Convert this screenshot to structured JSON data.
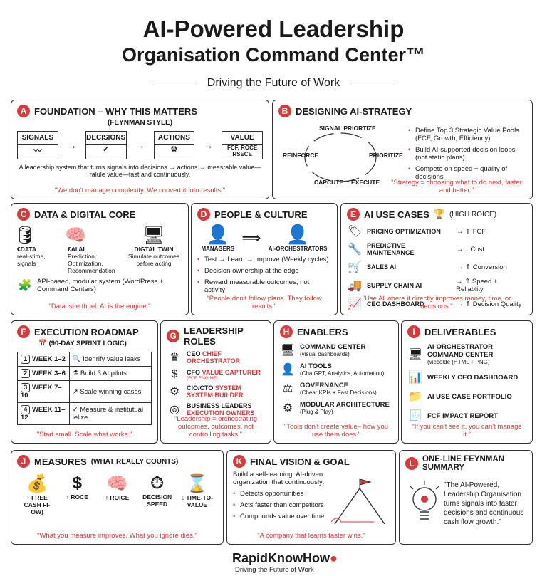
{
  "header": {
    "title_line1": "AI-Powered Leadership",
    "title_line2": "Organisation Command Center™",
    "subtitle": "Driving the Future of Work"
  },
  "A": {
    "badge": "A",
    "title": "FOUNDATION – WHY THIS MATTERS",
    "subtitle": "(FEYNMAN STYLE)",
    "steps": [
      {
        "label": "SIGNALS",
        "icon": "wave-icon",
        "glyph": "〰"
      },
      {
        "label": "DECISIONS",
        "icon": "check-icon",
        "glyph": "✓"
      },
      {
        "label": "ACTIONS",
        "icon": "gears-icon",
        "glyph": "⚙"
      },
      {
        "label": "VALUE",
        "icon": "trend-up-icon",
        "glyph": "FCF, ROCE RSECE"
      }
    ],
    "text": "A leadership system that turns signals into decisions → actions → measrable value—ralule value—fast and continuously.",
    "quote": "\"We don't manage complexity. We convert it into results.\""
  },
  "B": {
    "badge": "B",
    "title": "DESIGNING AI-STRATEGY",
    "cycle": [
      "SIGNAL PRIORTIZE",
      "PRIORITIZE",
      "EXECUTE",
      "CAPCUTE",
      "REINFORCE"
    ],
    "bullets": [
      "Define Top 3 Strategic Value Pools (FCF, Growth, Efficiency)",
      "Build AI-supported decision loops (not static plans)",
      "Compete on speed + quality of decisions"
    ],
    "quote": "\"Strategy = choosing what to do next, faster and better.\""
  },
  "C": {
    "badge": "C",
    "title": "DATA & DIGITAL CORE",
    "items": [
      {
        "title": "€DATA",
        "text": "real-stime, signals"
      },
      {
        "title": "€AI   AI",
        "text": "Prediction, Optimization, Recommendation"
      },
      {
        "title": "DIGTAL TWIN",
        "text": "Simulate outcomes before acting"
      }
    ],
    "api": "API-based, modular system (WordPress + Command Centers)",
    "quote": "\"Data ishe thuel. AI is the engine.\""
  },
  "D": {
    "badge": "D",
    "title": "PEOPLE & CULTURE",
    "from": "MANAGERS",
    "to": "AI-ORCHESTRATORS",
    "bullets": [
      "Test → Learn → Improve (Weekly cycles)",
      "Decision ownership at the edge",
      "Reward measurable outcomes, not activity"
    ],
    "quote": "\"People don't follow plans. They follow results.\""
  },
  "E": {
    "badge": "E",
    "title": "AI USE CASES",
    "tag": "(HIGH ROICE)",
    "cases": [
      {
        "icon": "tag-icon",
        "glyph": "🏷",
        "name": "PRICING OPTIMIZATION",
        "effect": "→ ⇑ FCF"
      },
      {
        "icon": "wrench-icon",
        "glyph": "🔧",
        "name": "PREDICTIVE MAINTENANCE",
        "effect": "→ ↓ Cost"
      },
      {
        "icon": "cart-icon",
        "glyph": "🛒",
        "name": "SALES AI",
        "effect": "→ ⇑ Conversion"
      },
      {
        "icon": "truck-icon",
        "glyph": "🚚",
        "name": "SUPPLY CHAIN AI",
        "effect": "→ ⇑ Speed + Reliablity"
      },
      {
        "icon": "dashboard-icon",
        "glyph": "📈",
        "name": "CEO DASHBOARD",
        "effect": "→ ⇑ Decision Quality"
      }
    ],
    "quote": "\"Use AI where it directly improves money, time, or decisions.\""
  },
  "F": {
    "badge": "F",
    "title": "EXECUTION ROADMAP",
    "subtitle": "(90-DAY SPRINT LOGIC)",
    "rows": [
      {
        "n": "1",
        "week": "WEEK 1–2",
        "icon": "search-icon",
        "glyph": "🔍",
        "task": "Idenrify value leaks"
      },
      {
        "n": "2",
        "week": "WEEK 3–6",
        "icon": "flask-icon",
        "glyph": "⚗",
        "task": "Build 3 AI pilots"
      },
      {
        "n": "3",
        "week": "WEEK 7–10",
        "icon": "arrow-up-right-icon",
        "glyph": "↗",
        "task": "Scale winning cases"
      },
      {
        "n": "4",
        "week": "WEEK 11–12",
        "icon": "check-circle-icon",
        "glyph": "✓",
        "task": "Measure & institutuai ielize"
      }
    ],
    "quote": "\"Start small. Scale what works.\""
  },
  "G": {
    "badge": "G",
    "title": "LEADERSHIP ROLES",
    "roles": [
      {
        "icon": "crown-icon",
        "glyph": "♛",
        "role": "CEO",
        "desc": "CHIEF ORCHESTRATOR",
        "note": ""
      },
      {
        "icon": "dollar-icon",
        "glyph": "$",
        "role": "CFO",
        "desc": "VALUE CAPTURER",
        "note": "(FCF ENGINE)"
      },
      {
        "icon": "gear-icon",
        "glyph": "⚙",
        "role": "CIO/CTO",
        "desc": "SYSTEM SYSTEM BUILDER",
        "note": ""
      },
      {
        "icon": "target-icon",
        "glyph": "◎",
        "role": "BUSINESS LEADERS",
        "desc": "EXECUTION OWNERS",
        "note": ""
      }
    ],
    "quote": "\"Leadership = orchestrating outcomes, outcomes, not controlling tasks.\""
  },
  "H": {
    "badge": "H",
    "title": "ENABLERS",
    "items": [
      {
        "icon": "monitor-icon",
        "glyph": "🖥",
        "name": "COMMAND CENTER",
        "desc": "(visual dashboards)"
      },
      {
        "icon": "ai-tools-icon",
        "glyph": "👤",
        "name": "AI TOOLS",
        "desc": "(ChatGPT, Analytics, Automation)"
      },
      {
        "icon": "governance-icon",
        "glyph": "⚖",
        "name": "GOVERNANCE",
        "desc": "(Chear KPIs + Fast Decisions)"
      },
      {
        "icon": "puzzle-gear-icon",
        "glyph": "⚙",
        "name": "MODULAR ARCHITECTURE",
        "desc": "(Plug & Play)"
      }
    ],
    "quote": "\"Tools don't create value– how you use them does.\""
  },
  "I": {
    "badge": "I",
    "title": "DELIVERABLES",
    "items": [
      {
        "icon": "monitor-icon",
        "glyph": "🖥",
        "name": "AI-ORCHESTRATOR COMMAND CENTER",
        "desc": "(HTML + PNG)",
        "pre": "(viecolde"
      },
      {
        "icon": "dashboard-icon",
        "glyph": "📊",
        "name": "WEEKLY CEO DASHBOARD",
        "desc": "",
        "pre": ""
      },
      {
        "icon": "folder-icon",
        "glyph": "📁",
        "name": "AI USE CASE PORTFOLIO",
        "desc": "",
        "pre": ""
      },
      {
        "icon": "report-icon",
        "glyph": "🧾",
        "name": "FCF IMPACT REPORT",
        "desc": "",
        "pre": ""
      }
    ],
    "quote": "\"If you can't see it, you can't manage it.\""
  },
  "J": {
    "badge": "J",
    "title": "MEASURES",
    "tag": "(WHAT REALLY COUNTS)",
    "measures": [
      {
        "icon": "cash-register-icon",
        "glyph": "💰",
        "label": "↑ FREE CASH FI-OW)"
      },
      {
        "icon": "dollar-cycle-icon",
        "glyph": "$",
        "label": "↑ ROCE"
      },
      {
        "icon": "brain-icon",
        "glyph": "🧠",
        "label": "↑ ROICE"
      },
      {
        "icon": "stopwatch-icon",
        "glyph": "⏱",
        "label": "DECISION SPEED"
      },
      {
        "icon": "hourglass-search-icon",
        "glyph": "⌛",
        "label": "↓ TIME-TO-VALUE"
      }
    ],
    "quote": "\"What you measure improves. What you ignore dies.\""
  },
  "K": {
    "badge": "K",
    "title": "FINAL VISION & GOAL",
    "intro": "Build a self-learning, AI-driven organization that continuously:",
    "bullets": [
      "Detects opportunities",
      "Acts faster than competitors",
      "Compounds value over time"
    ],
    "quote": "\"A company that learns faster wins.\""
  },
  "L": {
    "badge": "L",
    "title": "ONE-LINE FEYNMAN SUMMARY",
    "summary": "\"The AI-Powered, Leadership Organisation turns signals into faster decisions and continuous cash flow growth.\""
  },
  "footer": {
    "brand": "RapidKnowHow",
    "tagline": "Driving the Future of Work"
  },
  "colors": {
    "accent": "#d63a3a",
    "ink": "#1a1a1a"
  }
}
